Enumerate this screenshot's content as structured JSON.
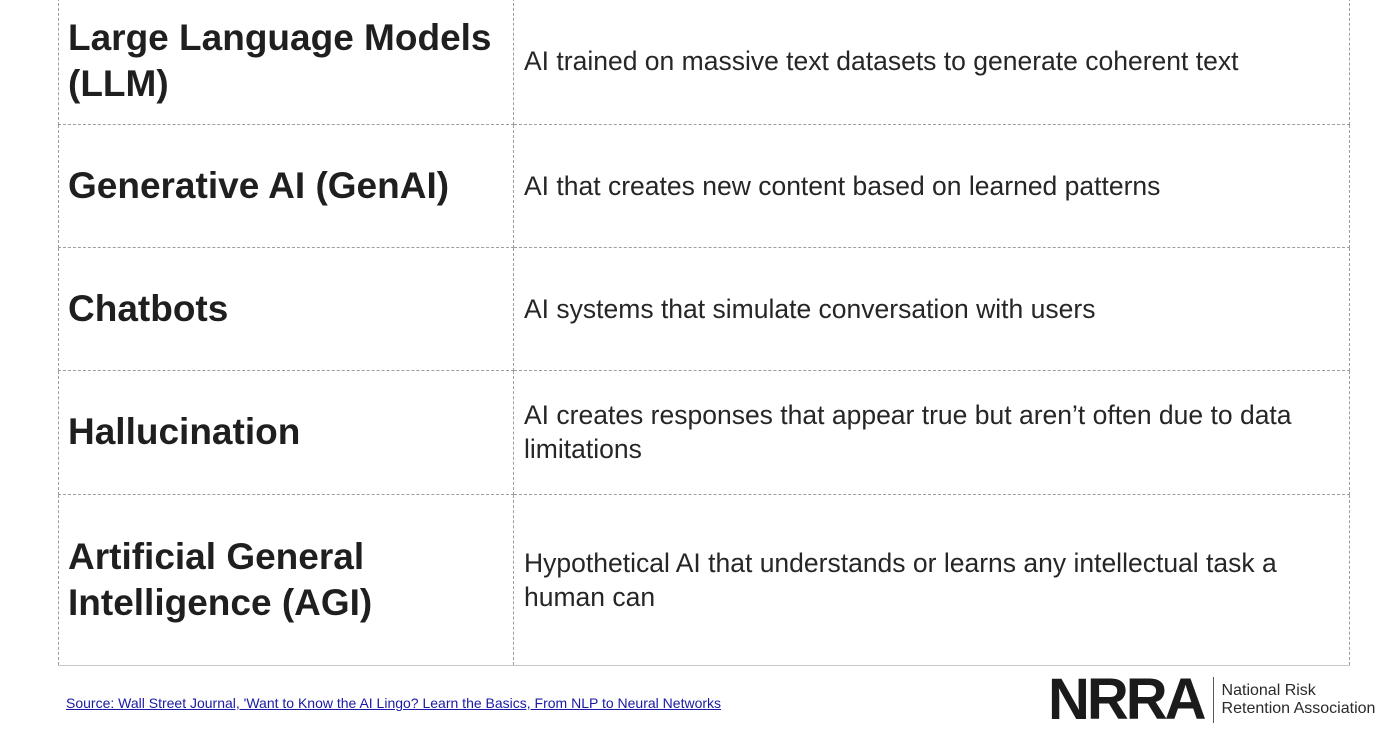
{
  "glossary": {
    "rows": [
      {
        "term": "Large Language Models (LLM)",
        "definition": "AI trained on massive text datasets to generate coherent text"
      },
      {
        "term": "Generative AI (GenAI)",
        "definition": "AI that creates new content based on learned patterns"
      },
      {
        "term": "Chatbots",
        "definition": "AI systems that simulate conversation with users"
      },
      {
        "term": "Hallucination",
        "definition": "AI creates responses that appear true but aren’t often due to data limitations"
      },
      {
        "term": "Artificial General Intelligence (AGI)",
        "definition": "Hypothetical AI that understands or learns any intellectual task a human can"
      }
    ]
  },
  "footer": {
    "source_link": "Source: Wall Street Journal, 'Want to Know the AI Lingo? Learn the Basics, From NLP to Neural Networks",
    "logo": {
      "mark": "NRRA",
      "line1": "National Risk",
      "line2": "Retention Association"
    }
  }
}
